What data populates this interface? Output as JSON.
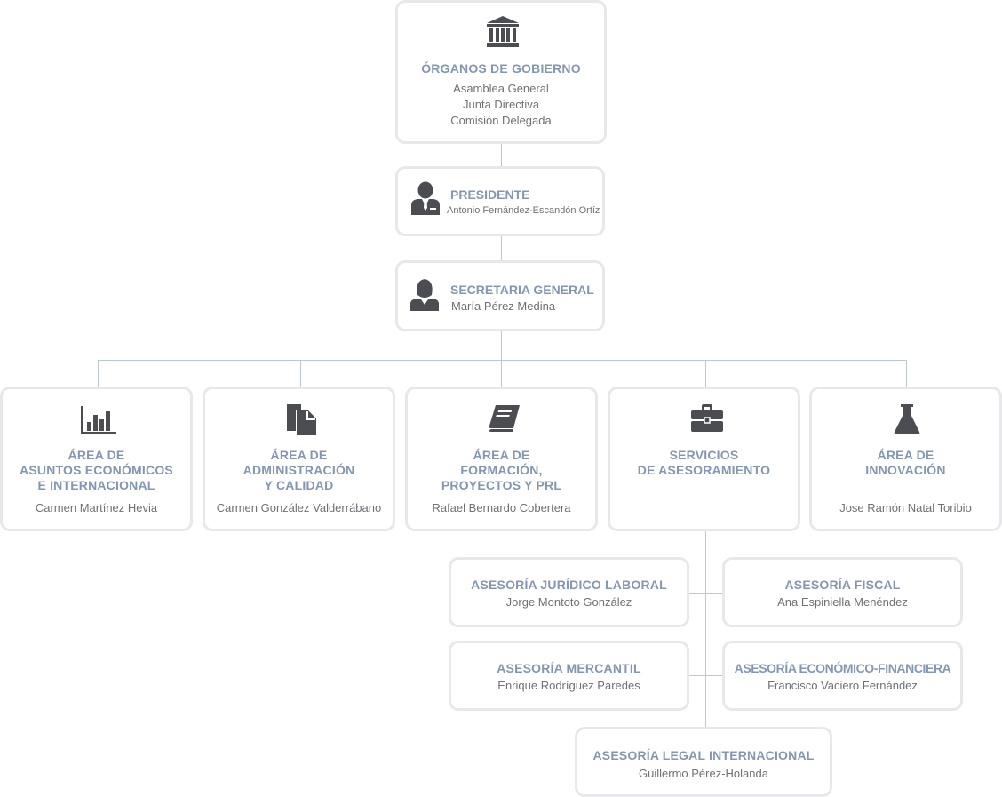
{
  "colors": {
    "title": "#8397b3",
    "text": "#6f7175",
    "border": "#e6e8ec",
    "line": "#b9c7d6",
    "icon": "#4b4d52"
  },
  "gobierno": {
    "icon": "bank-building-icon",
    "title": "ÓRGANOS DE GOBIERNO",
    "lines": [
      "Asamblea General",
      "Junta Directiva",
      "Comisión Delegada"
    ]
  },
  "presidente": {
    "icon": "businessman-icon",
    "title": "PRESIDENTE",
    "name": "Antonio Fernández-Escandón Ortíz"
  },
  "secretaria": {
    "icon": "businesswoman-icon",
    "title": "SECRETARIA GENERAL",
    "name": "María Pérez Medina"
  },
  "areas": [
    {
      "icon": "bar-chart-icon",
      "title": [
        "ÁREA DE",
        "ASUNTOS ECONÓMICOS",
        "E INTERNACIONAL"
      ],
      "name": "Carmen Martínez Hevia"
    },
    {
      "icon": "documents-icon",
      "title": [
        "ÁREA DE",
        "ADMINISTRACIÓN",
        "Y CALIDAD"
      ],
      "name": "Carmen González Valderrábano"
    },
    {
      "icon": "book-icon",
      "title": [
        "ÁREA DE",
        "FORMACIÓN,",
        "PROYECTOS Y PRL"
      ],
      "name": "Rafael Bernardo Cobertera"
    },
    {
      "icon": "briefcase-icon",
      "title": [
        "SERVICIOS",
        "DE ASESORAMIENTO"
      ],
      "name": ""
    },
    {
      "icon": "flask-icon",
      "title": [
        "ÁREA DE",
        "INNOVACIÓN"
      ],
      "name": "Jose Ramón Natal Toribio"
    }
  ],
  "asesorias": [
    {
      "title": "ASESORÍA JURÍDICO LABORAL",
      "name": "Jorge Montoto González"
    },
    {
      "title": "ASESORÍA FISCAL",
      "name": "Ana Espiniella Menéndez"
    },
    {
      "title": "ASESORÍA MERCANTIL",
      "name": "Enrique Rodríguez Paredes"
    },
    {
      "title": "ASESORÍA ECONÓMICO-FINANCIERA",
      "name": "Francisco Vaciero Fernández"
    },
    {
      "title": "ASESORÍA LEGAL INTERNACIONAL",
      "name": "Guillermo Pérez-Holanda"
    }
  ]
}
